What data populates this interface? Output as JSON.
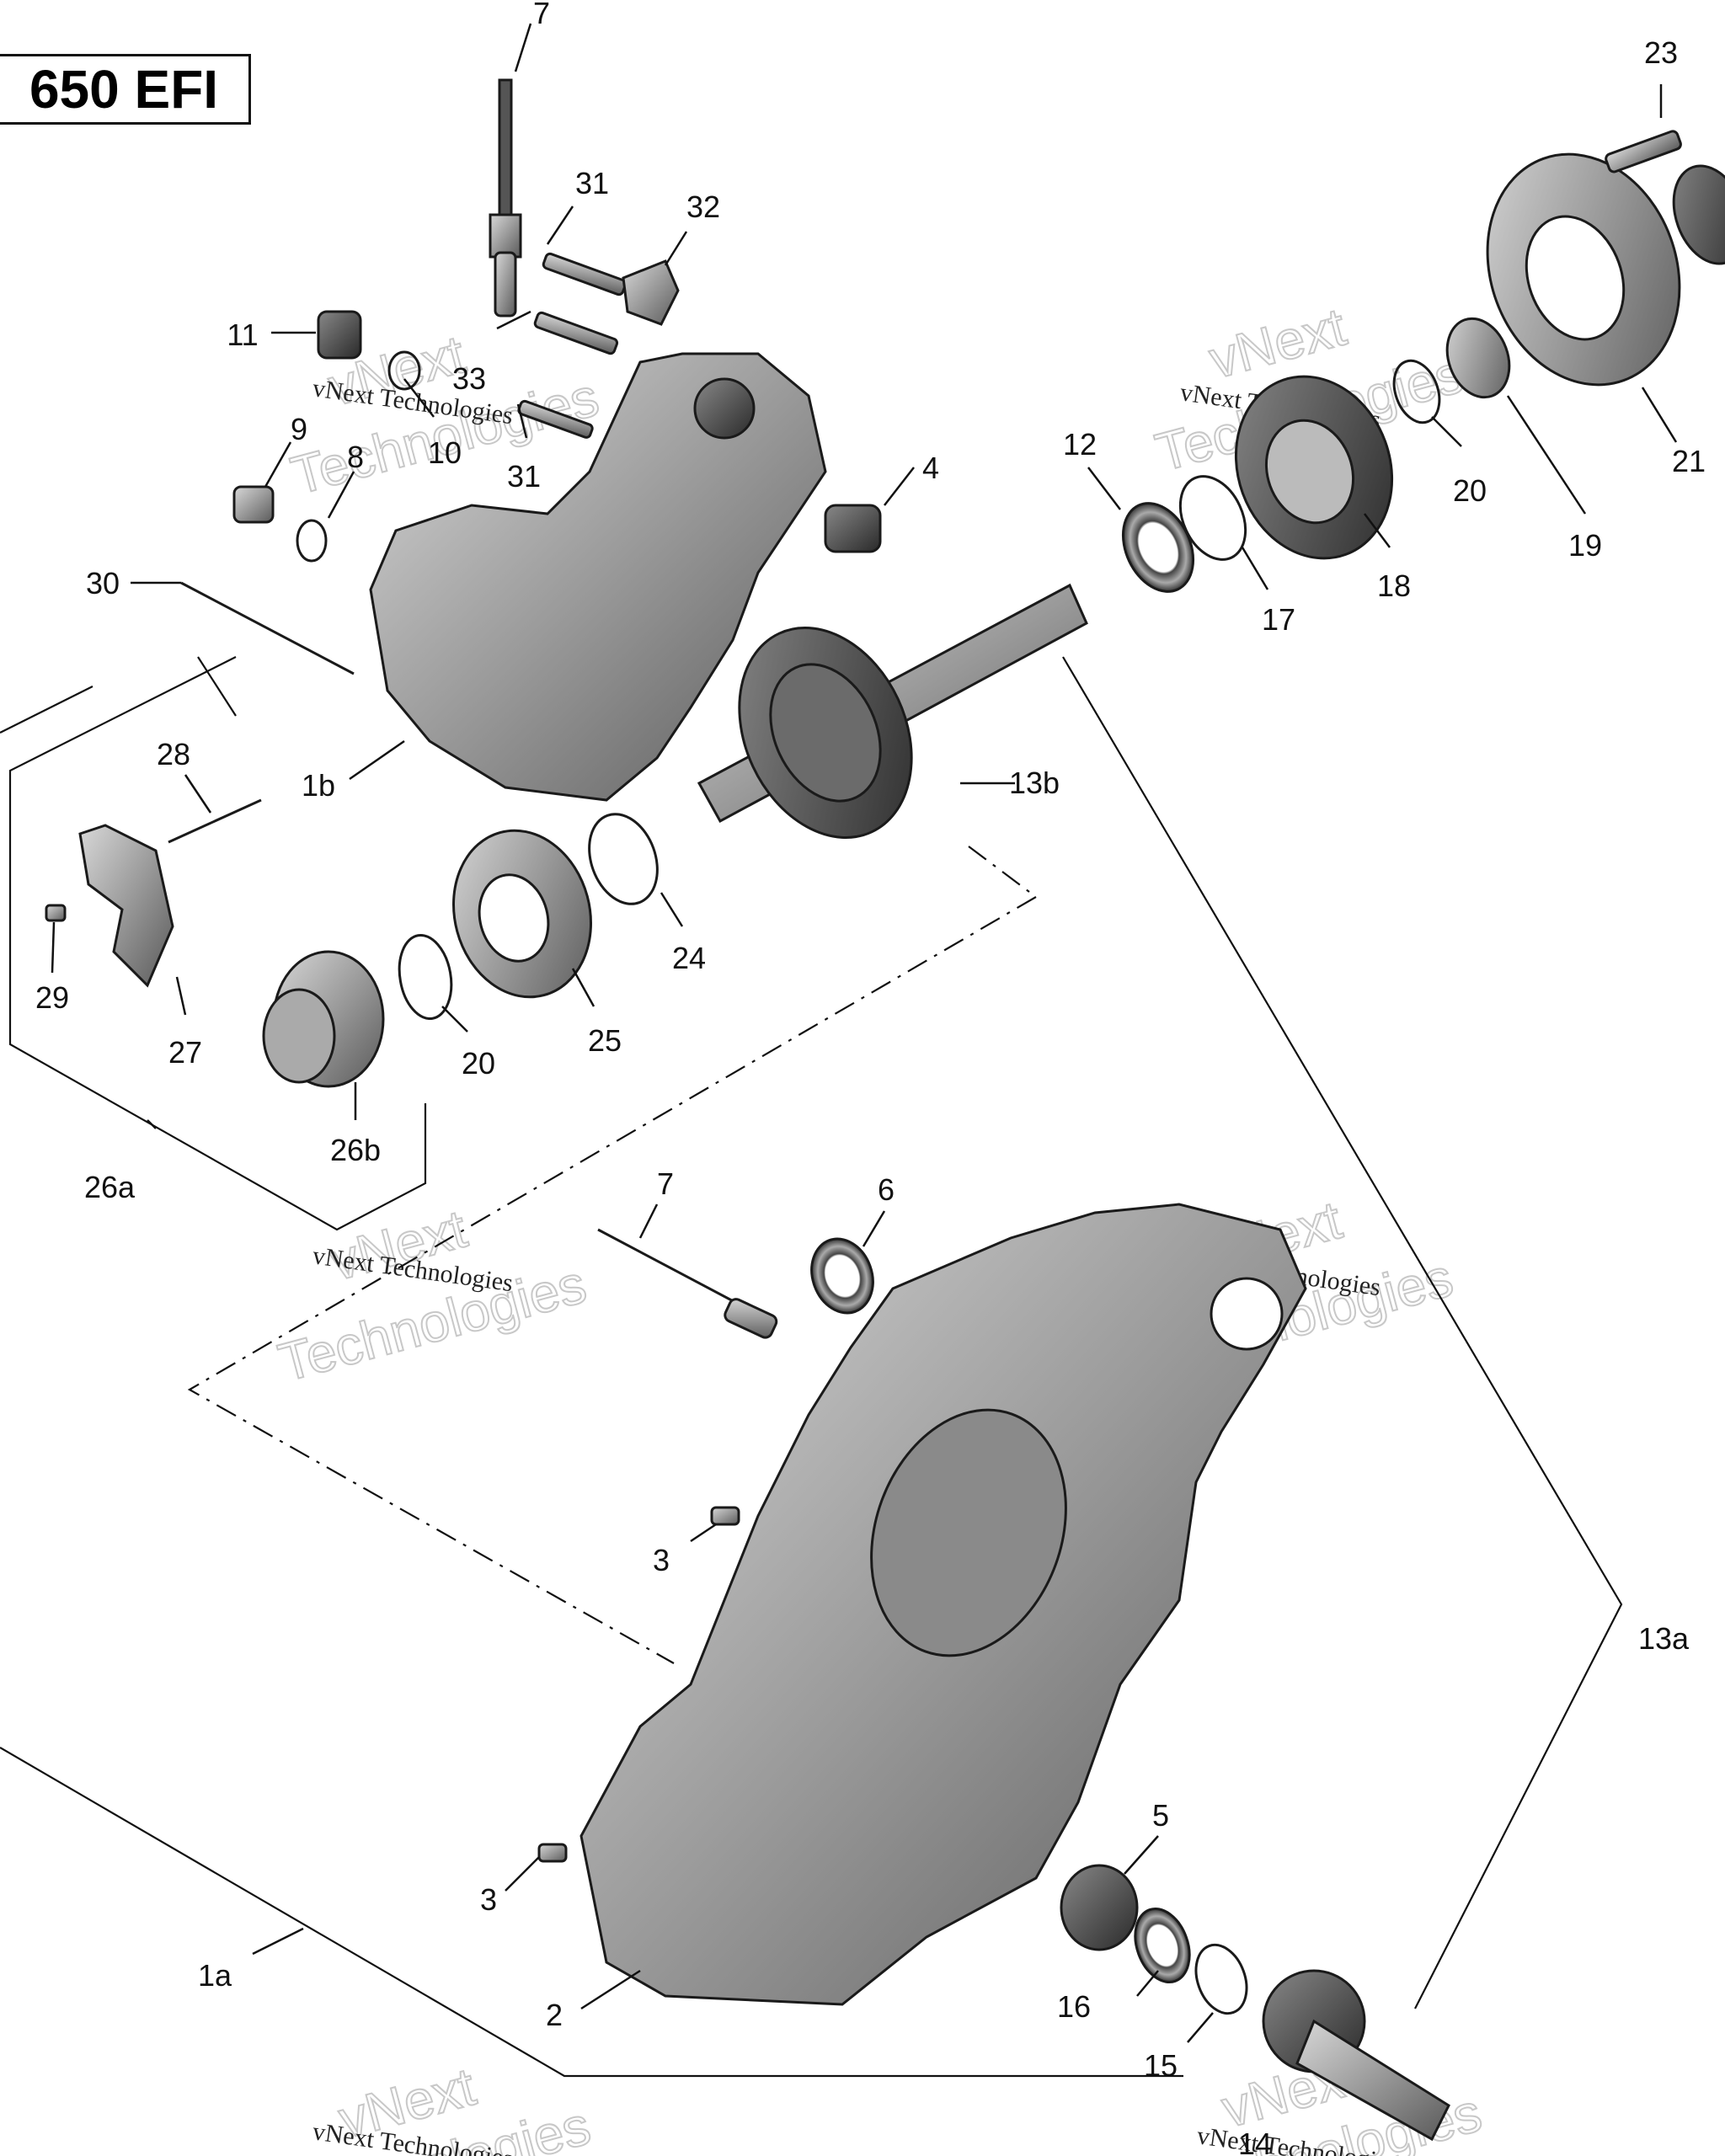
{
  "model_label": "650 EFI",
  "watermark": {
    "line1": "vNext",
    "line2": "Technologies",
    "small": "vNext Technologies"
  },
  "callouts": {
    "c7_top": "7",
    "c23": "23",
    "c31_top": "31",
    "c32": "32",
    "c11": "11",
    "c33": "33",
    "c10": "10",
    "c9": "9",
    "c8": "8",
    "c31_bottom": "31",
    "c4": "4",
    "c12": "12",
    "c20_top": "20",
    "c19": "19",
    "c21": "21",
    "c17": "17",
    "c18": "18",
    "c30": "30",
    "c28": "28",
    "c1b": "1b",
    "c13b": "13b",
    "c24": "24",
    "c29": "29",
    "c27": "27",
    "c20_mid": "20",
    "c25": "25",
    "c26b": "26b",
    "c26a": "26a",
    "c7_mid": "7",
    "c6": "6",
    "c3_upper": "3",
    "c13a": "13a",
    "c5": "5",
    "c3_lower": "3",
    "c1a": "1a",
    "c2": "2",
    "c16": "16",
    "c15": "15",
    "c14": "14"
  }
}
